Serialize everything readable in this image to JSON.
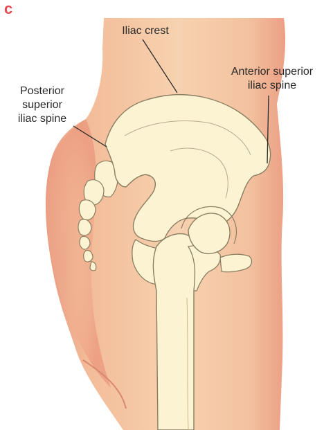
{
  "figure": {
    "panel_letter": "c",
    "colors": {
      "background": "#ffffff",
      "skin": "#f5c9a3",
      "skin_shadow": "#ec9f84",
      "bone": "#fbf3d2",
      "bone_outline": "#8a7e62",
      "panel_letter": "#e8484f",
      "text": "#2a2a2a"
    }
  },
  "labels": {
    "iliac_crest": "Iliac crest",
    "anterior_superior": {
      "line1": "Anterior superior",
      "line2": "iliac spine"
    },
    "posterior_superior": {
      "line1": "Posterior",
      "line2": "superior",
      "line3": "iliac spine"
    }
  }
}
